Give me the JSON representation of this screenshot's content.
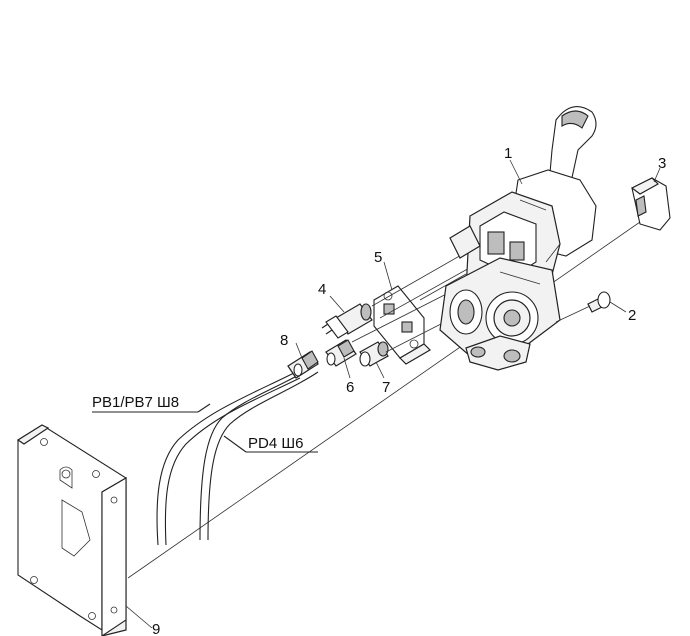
{
  "callouts": {
    "c1": "1",
    "c2": "2",
    "c3": "3",
    "c4": "4",
    "c5": "5",
    "c6": "6",
    "c7": "7",
    "c8": "8",
    "c9": "9"
  },
  "cable_labels": {
    "pb1_pb7": "PB1/PB7 Ш8",
    "pd4": "PD4 Ш6"
  }
}
